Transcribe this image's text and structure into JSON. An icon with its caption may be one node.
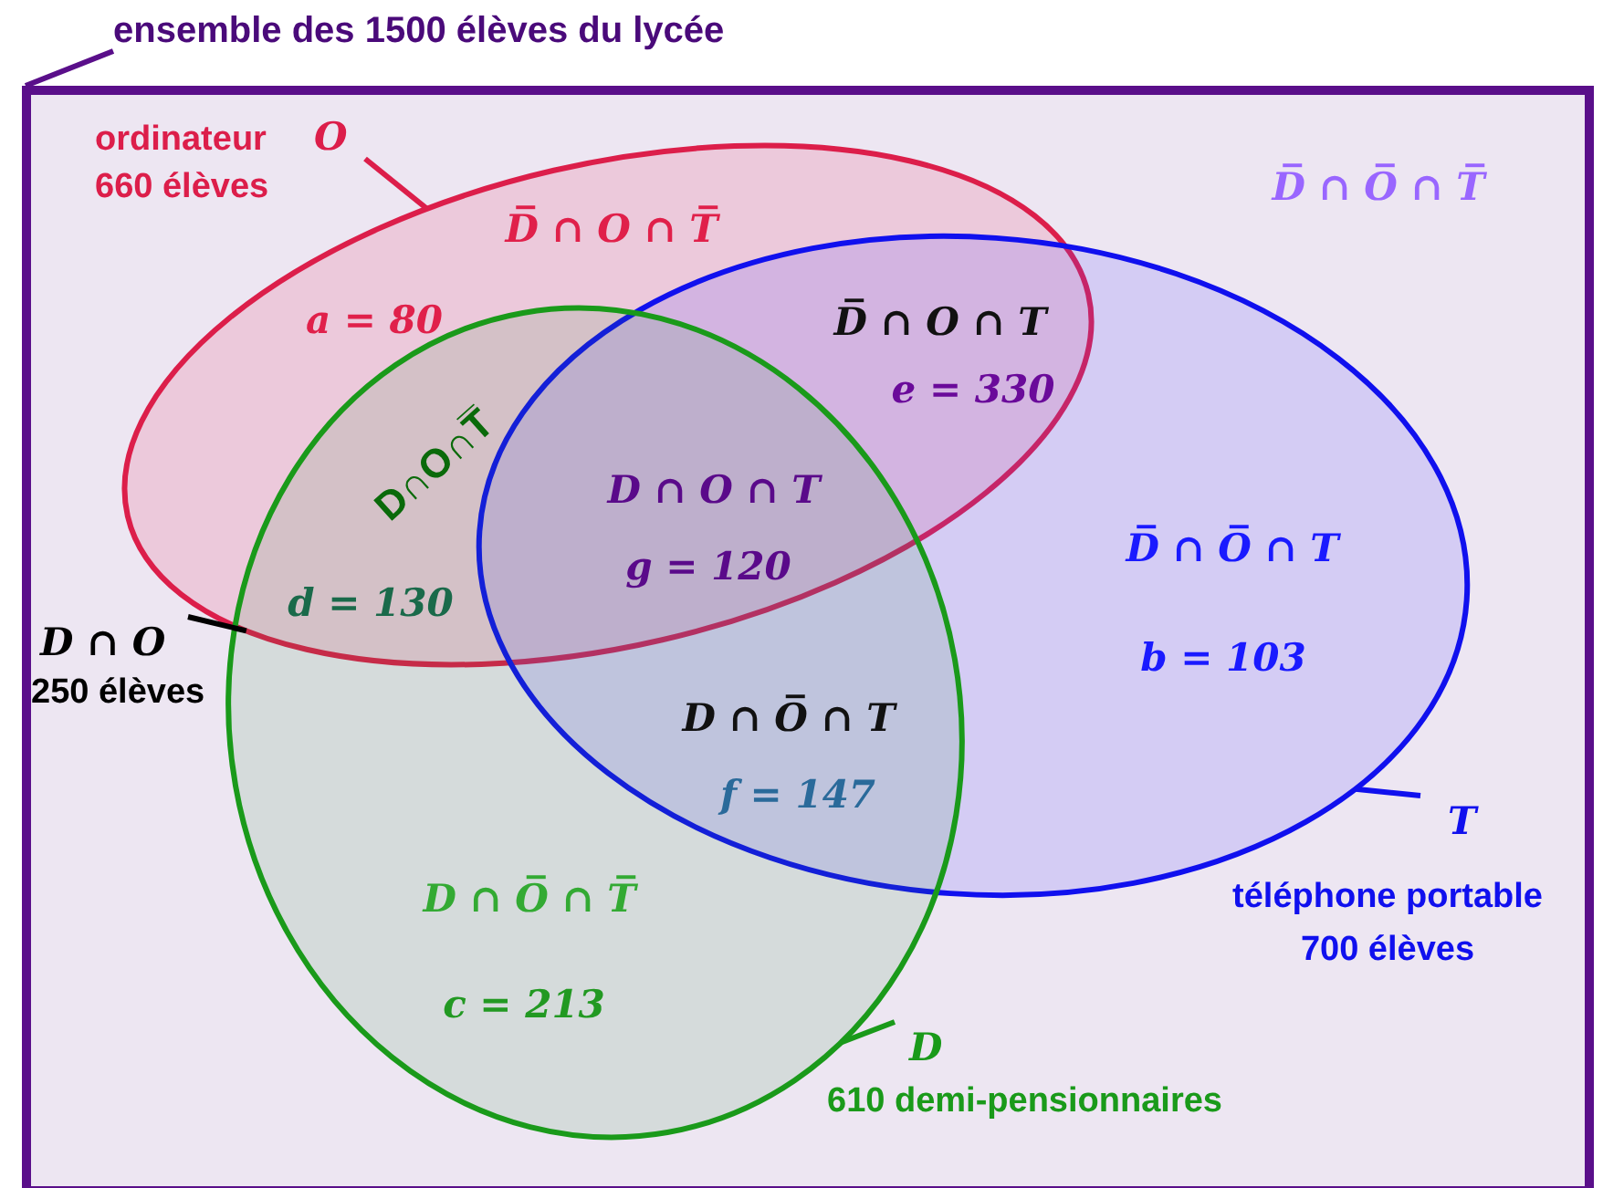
{
  "diagram": {
    "nodes": [
      {
        "text": [
          "ensemble des 1500 élèves du lycée"
        ]
      },
      {
        "text": [],
        "shape": "box"
      },
      {
        "text": [],
        "shape": "ellipse",
        "in": 1
      },
      {
        "text": [],
        "shape": "ellipse",
        "in": 1
      },
      {
        "text": [],
        "shape": "ellipse",
        "in": 1
      },
      {
        "text": [
          "ordinateur",
          "O",
          "660 élèves"
        ],
        "in": 1
      },
      {
        "text": [
          "T",
          "téléphone portable 700 élèves"
        ],
        "in": 1
      },
      {
        "text": [
          "D",
          "610 demi-pensionnaires"
        ],
        "in": 1
      },
      {
        "text": [
          "D ∩ O",
          "250 élèves"
        ],
        "in": 1
      }
    ],
    "edges": [
      {
        "from": 0,
        "to": 1,
        "arrow": "none",
        "color": "#5a0f8a"
      },
      {
        "from": 5,
        "to": 2,
        "arrow": "none",
        "color": "#dc1e4a"
      },
      {
        "from": 6,
        "to": 3,
        "arrow": "none",
        "color": "#1010ee"
      },
      {
        "from": 7,
        "to": 4,
        "arrow": "none",
        "color": "#1a9a1a"
      },
      {
        "from": 8,
        "to": 2,
        "arrow": "none",
        "color": "#000000"
      }
    ],
    "labels": [
      "D̅ ∩ O ∩ T̅",
      "D̅ ∩ O̅ ∩ T̅",
      "a = 80",
      "D̅ ∩ O ∩ T",
      "e = 330",
      "D∩O∩T̅",
      "D ∩ O ∩ T",
      "D̅ ∩ O̅ ∩ T",
      "g = 120",
      "d = 130",
      "b = 103",
      "D ∩ O̅ ∩ T",
      "f = 147",
      "D ∩ O̅ ∩ T̅",
      "c = 213"
    ]
  }
}
